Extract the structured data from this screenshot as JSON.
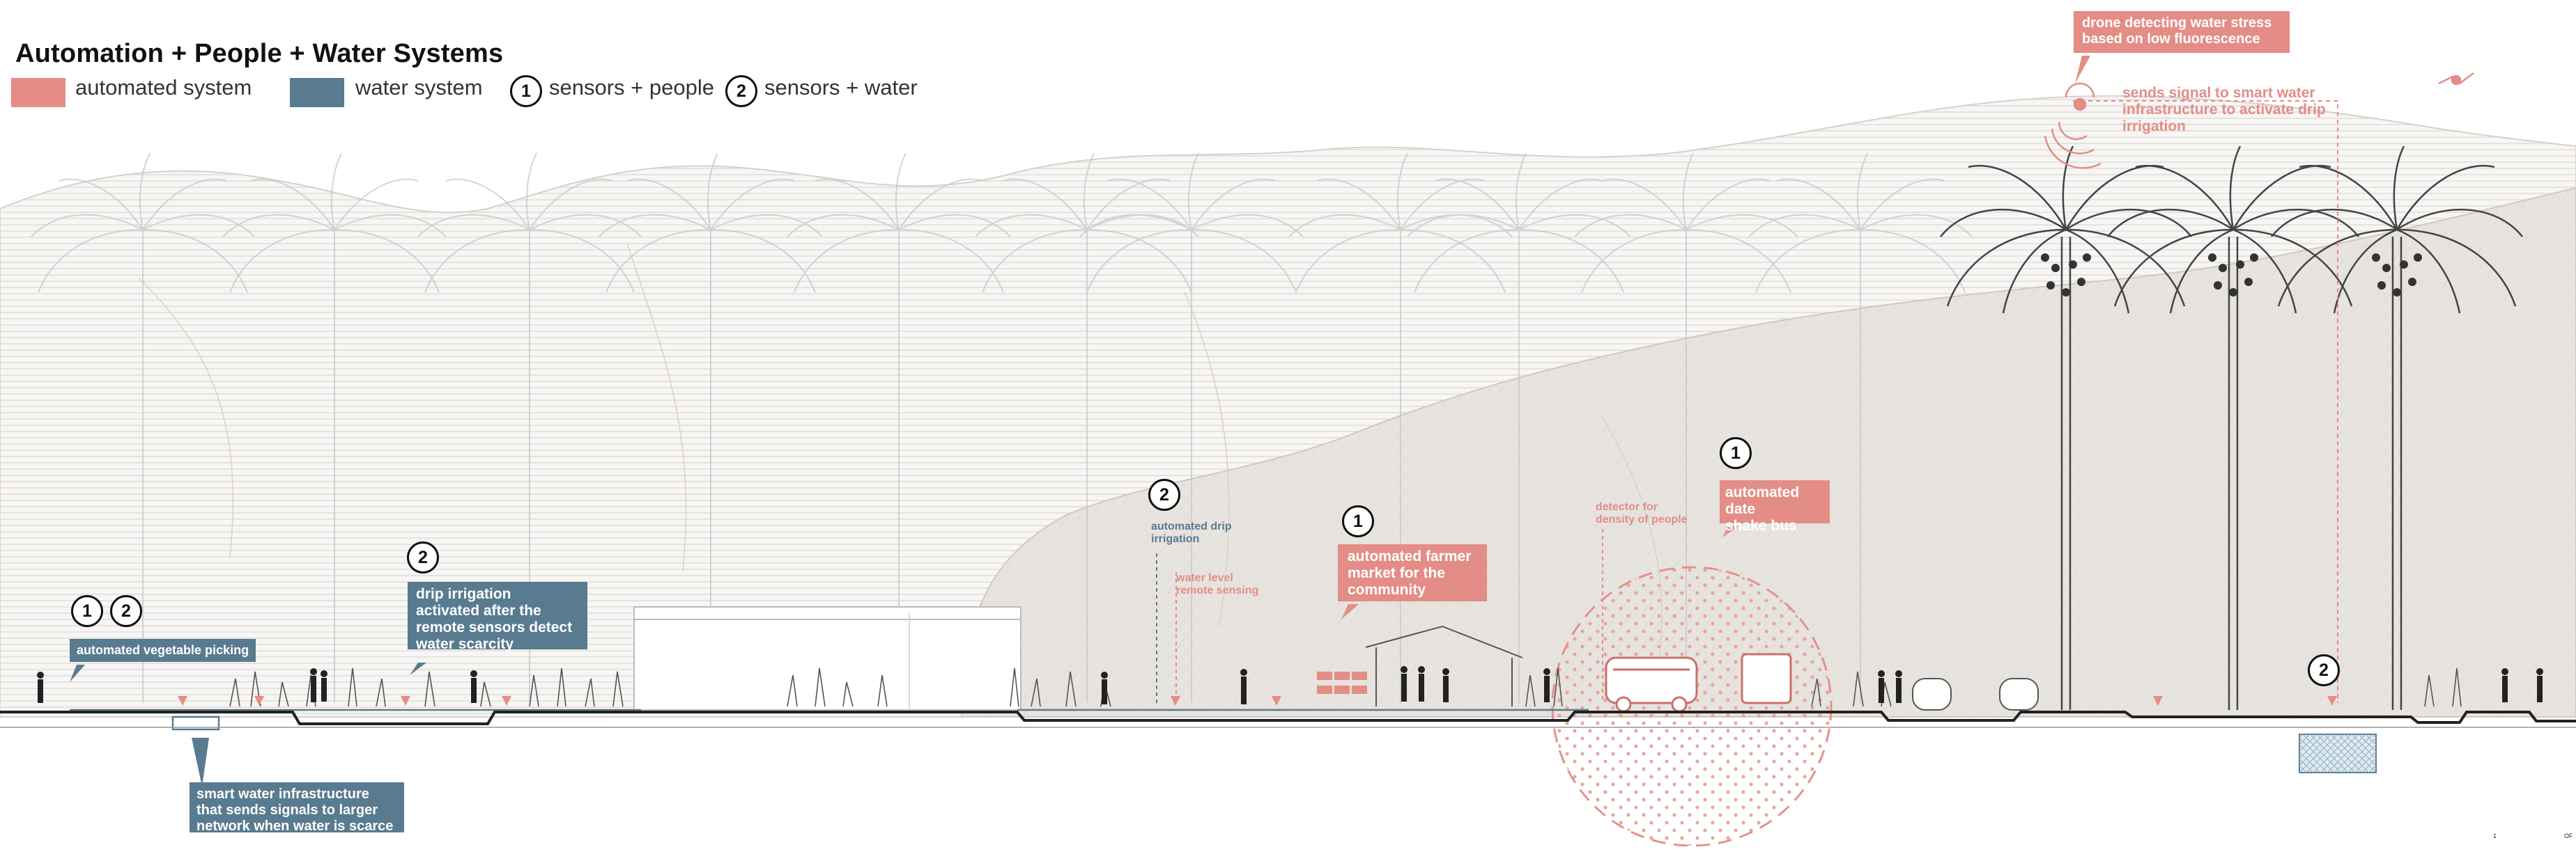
{
  "title": "Automation + People + Water Systems",
  "legend": {
    "automated": "automated system",
    "water": "water system",
    "sensors_people_num": "1",
    "sensors_people": "sensors + people",
    "sensors_water_num": "2",
    "sensors_water": "sensors + water"
  },
  "colors": {
    "automated": "#e38d86",
    "water": "#587b8f",
    "mountain": "#e6e2dd",
    "ground": "#222222"
  },
  "annotations": {
    "vegetable_picking": "automated vegetable picking",
    "vegetable_num_1": "1",
    "vegetable_num_2": "2",
    "drip_num": "2",
    "drip_1": "drip irrigation",
    "drip_2": "activated after the",
    "drip_3": "remote sensors detect",
    "drip_4": "water scarcity",
    "smart_1": "smart water infrastructure",
    "smart_2": "that sends signals to larger",
    "smart_3": "network when water is scarce",
    "auto_drip_num": "2",
    "auto_drip_1": "automated drip",
    "auto_drip_2": "irrigation",
    "water_level_1": "water level",
    "water_level_2": "remote sensing",
    "farmer_num": "1",
    "farmer_1": "automated farmer",
    "farmer_2": "market for the",
    "farmer_3": "community",
    "detector_1": "detector for",
    "detector_2": "density of people",
    "bus_num": "1",
    "bus_1": "automated date",
    "bus_2": "shake bus",
    "drone_1": "drone detecting water stress",
    "drone_2": "based on low fluorescence",
    "signal_1": "sends signal to smart water",
    "signal_2": "infrastructure to activate drip",
    "signal_3": "irrigation",
    "right_num": "2"
  },
  "footer": {
    "left": "1",
    "right": "OF"
  }
}
